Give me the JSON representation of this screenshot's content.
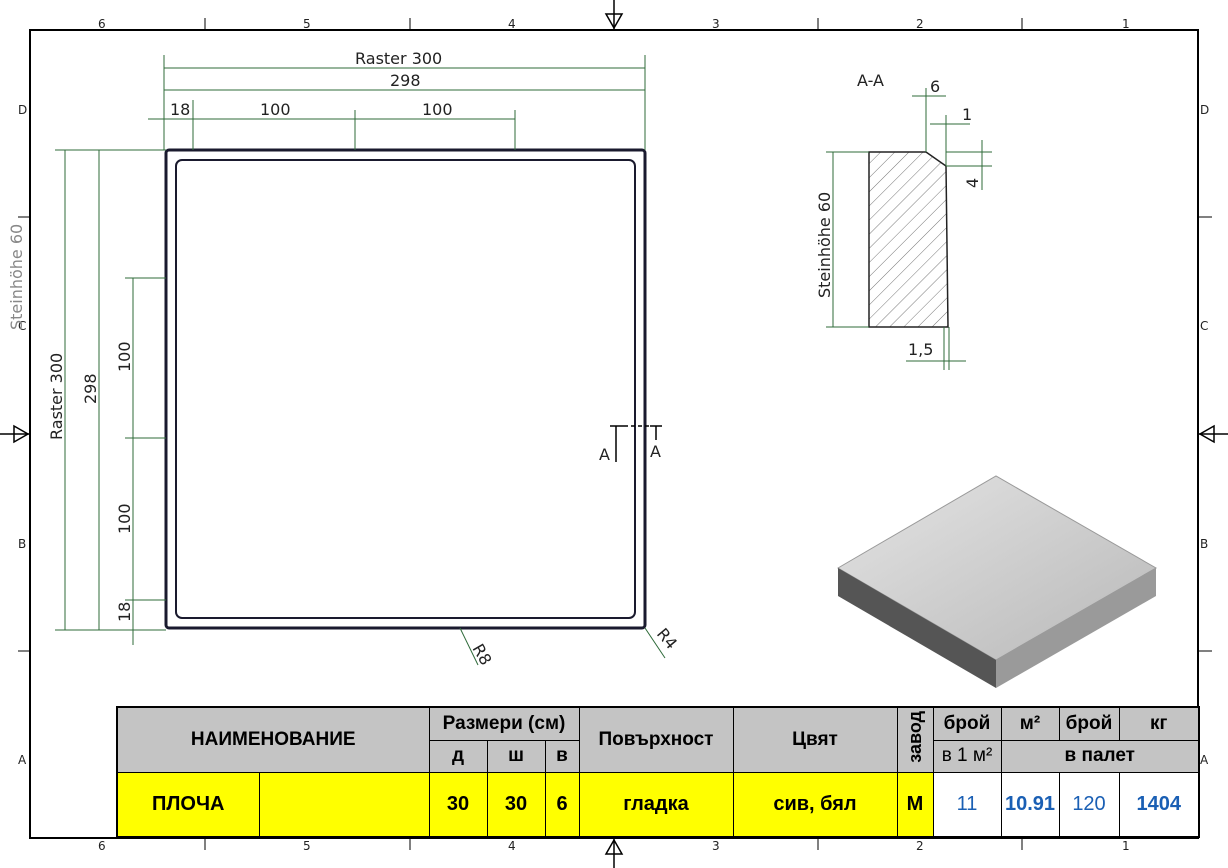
{
  "frame": {
    "zones_top": [
      "6",
      "5",
      "4",
      "3",
      "2",
      "1"
    ],
    "zones_side": [
      "D",
      "C",
      "B",
      "A"
    ]
  },
  "plan": {
    "raster_label": "Raster 300",
    "overall_dim": "298",
    "edge_dim": "18",
    "step_dim": "100",
    "radius_small": "R8",
    "radius_large": "R4",
    "section_mark": "A",
    "side_ghost_label": "Steinhöhe 60"
  },
  "section": {
    "title": "A-A",
    "chamfer_width": "6",
    "chamfer_step": "1",
    "chamfer_height": "4",
    "height_label": "Steinhöhe 60",
    "bottom_dim": "1,5"
  },
  "table": {
    "col_name": "НАИМЕНОВАНИЕ",
    "col_dims": "Размери (см)",
    "dim_l": "д",
    "dim_w": "ш",
    "dim_h": "в",
    "col_surface": "Повърхност",
    "col_color": "Цвят",
    "col_plant": "завод",
    "col_count": "брой",
    "col_count_sub": "в 1 м²",
    "col_m2": "м²",
    "col_count_pal": "брой",
    "col_kg": "кг",
    "col_pallet": "в палет",
    "row": {
      "name": "ПЛОЧА",
      "name2": "",
      "l": "30",
      "w": "30",
      "h": "6",
      "surface": "гладка",
      "color": "сив, бял",
      "plant": "М",
      "per_m2": "11",
      "m2_pallet": "10.91",
      "count_pallet": "120",
      "kg_pallet": "1404"
    }
  },
  "colors": {
    "dim_line": "#2f6b3a",
    "header_bg": "#c4c4c4",
    "highlight": "#ffff00",
    "value_blue": "#1a5fb4"
  }
}
